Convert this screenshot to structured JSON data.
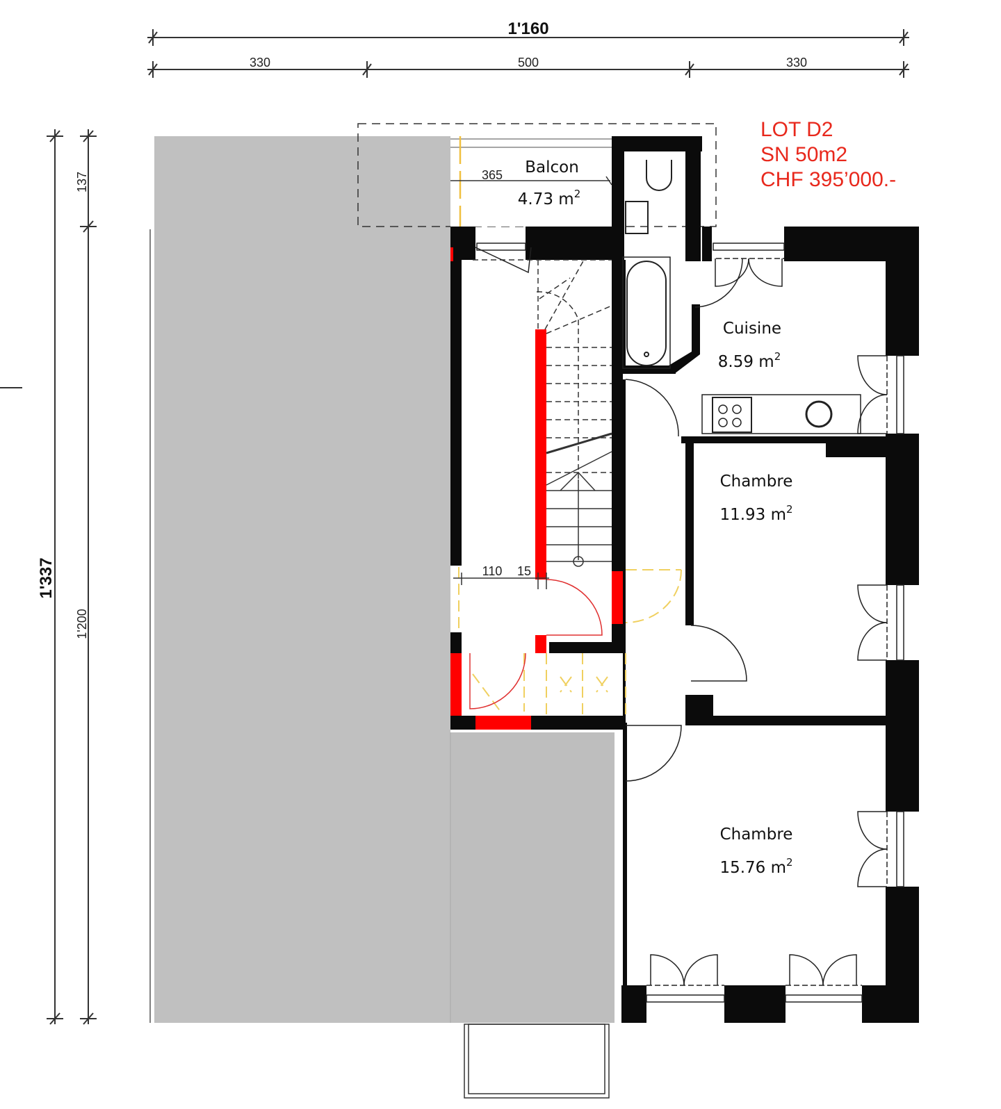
{
  "dimensions": {
    "top_total": "1'160",
    "top_segments": [
      "330",
      "500",
      "330"
    ],
    "left_total": "1'337",
    "left_segments": [
      "137",
      "1'200"
    ],
    "stair_dims": [
      "110",
      "15"
    ],
    "balcony_dim": "365"
  },
  "lot_info": {
    "line1": "LOT D2",
    "line2": "SN 50m2",
    "line3": "CHF 395’000.-",
    "color": "#e8281c"
  },
  "rooms": [
    {
      "name": "Balcon",
      "area": "4.73 m",
      "sup": "2"
    },
    {
      "name": "Cuisine",
      "area": "8.59 m",
      "sup": "2"
    },
    {
      "name": "Chambre",
      "area": "11.93 m",
      "sup": "2"
    },
    {
      "name": "Chambre",
      "area": "15.76 m",
      "sup": "2"
    }
  ],
  "colors": {
    "wall": "#0b0b0b",
    "demolition": "#ff0000",
    "new_dashed": "#f0d060",
    "other_units": "#c0c0c0"
  }
}
